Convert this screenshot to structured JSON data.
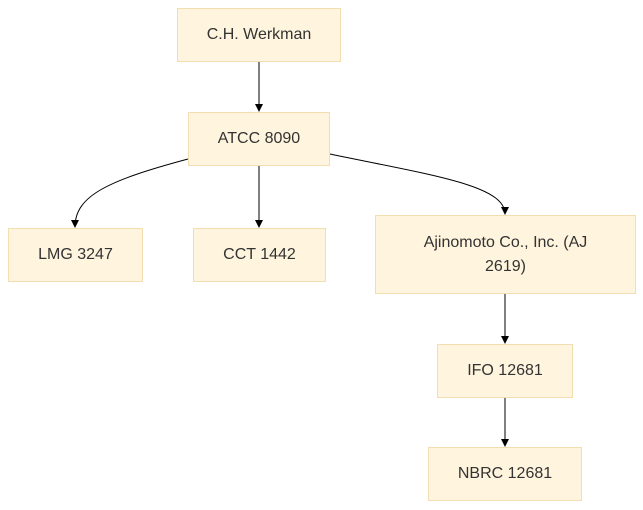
{
  "nodes": {
    "werkman": "C.H. Werkman",
    "atcc": "ATCC 8090",
    "lmg": "LMG 3247",
    "cct": "CCT 1442",
    "ajinomoto": "Ajinomoto Co., Inc. (AJ 2619)",
    "ifo": "IFO 12681",
    "nbrc": "NBRC 12681"
  },
  "edges": [
    {
      "from": "werkman",
      "to": "atcc"
    },
    {
      "from": "atcc",
      "to": "lmg"
    },
    {
      "from": "atcc",
      "to": "cct"
    },
    {
      "from": "atcc",
      "to": "ajinomoto"
    },
    {
      "from": "ajinomoto",
      "to": "ifo"
    },
    {
      "from": "ifo",
      "to": "nbrc"
    }
  ],
  "colors": {
    "node_fill": "#fff4dd",
    "node_border": "#f2deb0",
    "edge": "#000000",
    "text": "#333333"
  }
}
